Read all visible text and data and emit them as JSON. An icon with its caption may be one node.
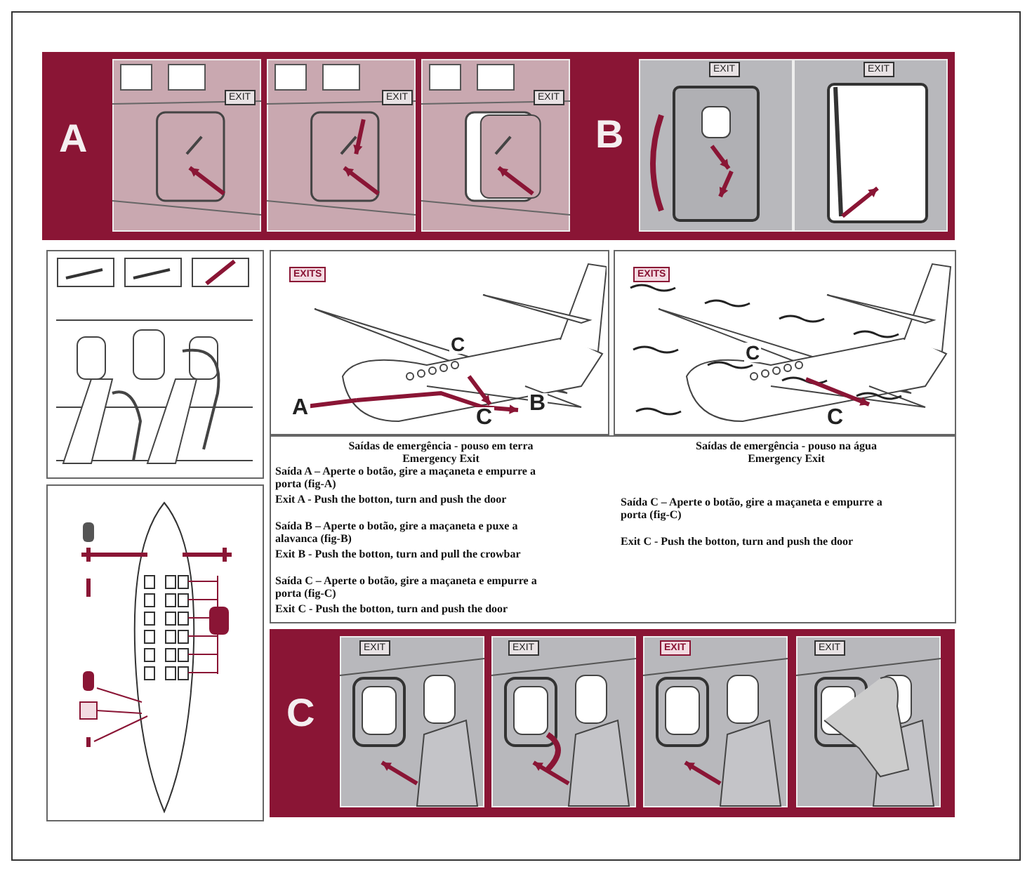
{
  "diagram": {
    "labels": [
      "A",
      "EXIT",
      "EXIT",
      "EXIT",
      "B",
      "EXIT",
      "EXIT",
      "EXITS",
      "C",
      "A",
      "C",
      "B",
      "EXITS",
      "C",
      "C",
      "Saídas de emergência - pouso em terra",
      "Emergency Exit",
      "Saída A – Aperte o botão, gire a maçaneta e empurre a porta (fig-A)",
      "Exit A - Push the botton, turn and push the door",
      "Saída B – Aperte o botão, gire a maçaneta e puxe a alavanca (fig-B)",
      "Exit B - Push the botton, turn and pull the crowbar",
      "Saída C – Aperte o botão, gire a maçaneta e empurre a porta (fig-C)",
      "Exit C - Push the botton, turn and push the door",
      "Saídas de emergência - pouso na água",
      "Emergency Exit",
      "Saída C – Aperte o botão, gire a maçaneta e empurre a porta (fig-C)",
      "Exit C - Push the botton, turn and push the door",
      "C",
      "EXIT",
      "EXIT",
      "EXIT",
      "EXIT"
    ]
  }
}
